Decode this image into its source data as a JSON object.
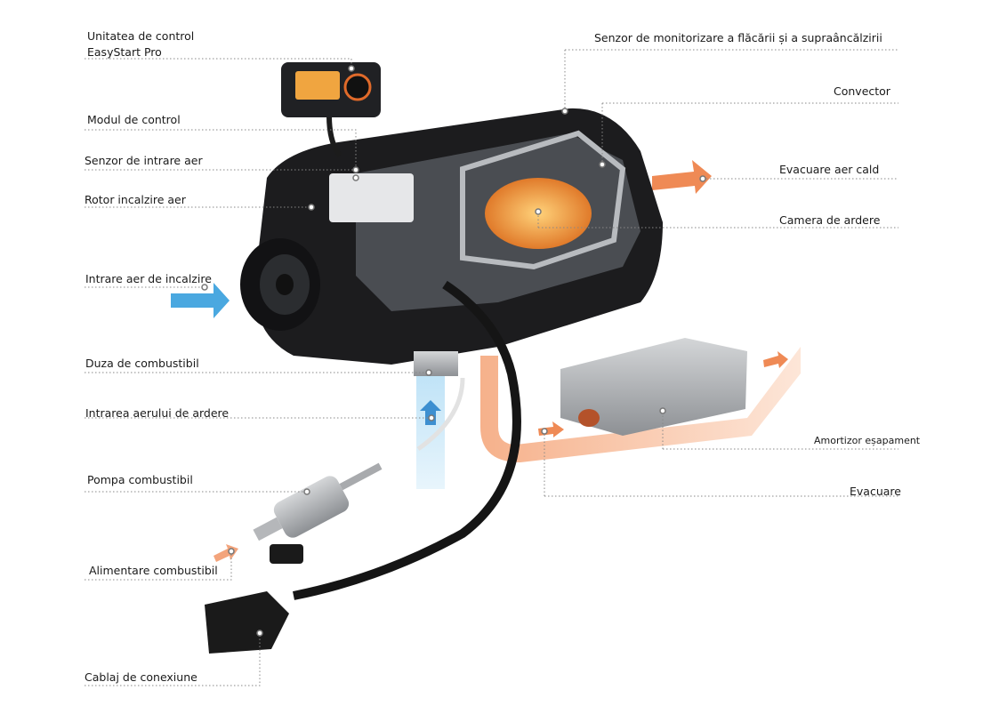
{
  "labels": {
    "control_unit_line1": "Unitatea de control",
    "control_unit_line2": "EasyStart Pro",
    "control_module": "Modul de control",
    "air_intake_sensor": "Senzor de intrare aer",
    "air_heating_rotor": "Rotor incalzire aer",
    "heating_air_inlet": "Intrare aer de incalzire",
    "fuel_nozzle": "Duza de combustibil",
    "combustion_air_inlet": "Intrarea aerului de ardere",
    "fuel_pump": "Pompa combustibil",
    "fuel_supply": "Alimentare combustibil",
    "wiring_harness": "Cablaj de conexiune",
    "flame_sensor": "Senzor de monitorizare a flăcării și a supraâncălzirii",
    "convector": "Convector",
    "hot_air_outlet": "Evacuare aer cald",
    "combustion_chamber": "Camera de ardere",
    "exhaust_silencer": "Amortizor eșapament",
    "exhaust": "Evacuare"
  },
  "colors": {
    "cold_air": "#4aa8e0",
    "hot_air": "#ef8a55",
    "leader": "#888888"
  }
}
